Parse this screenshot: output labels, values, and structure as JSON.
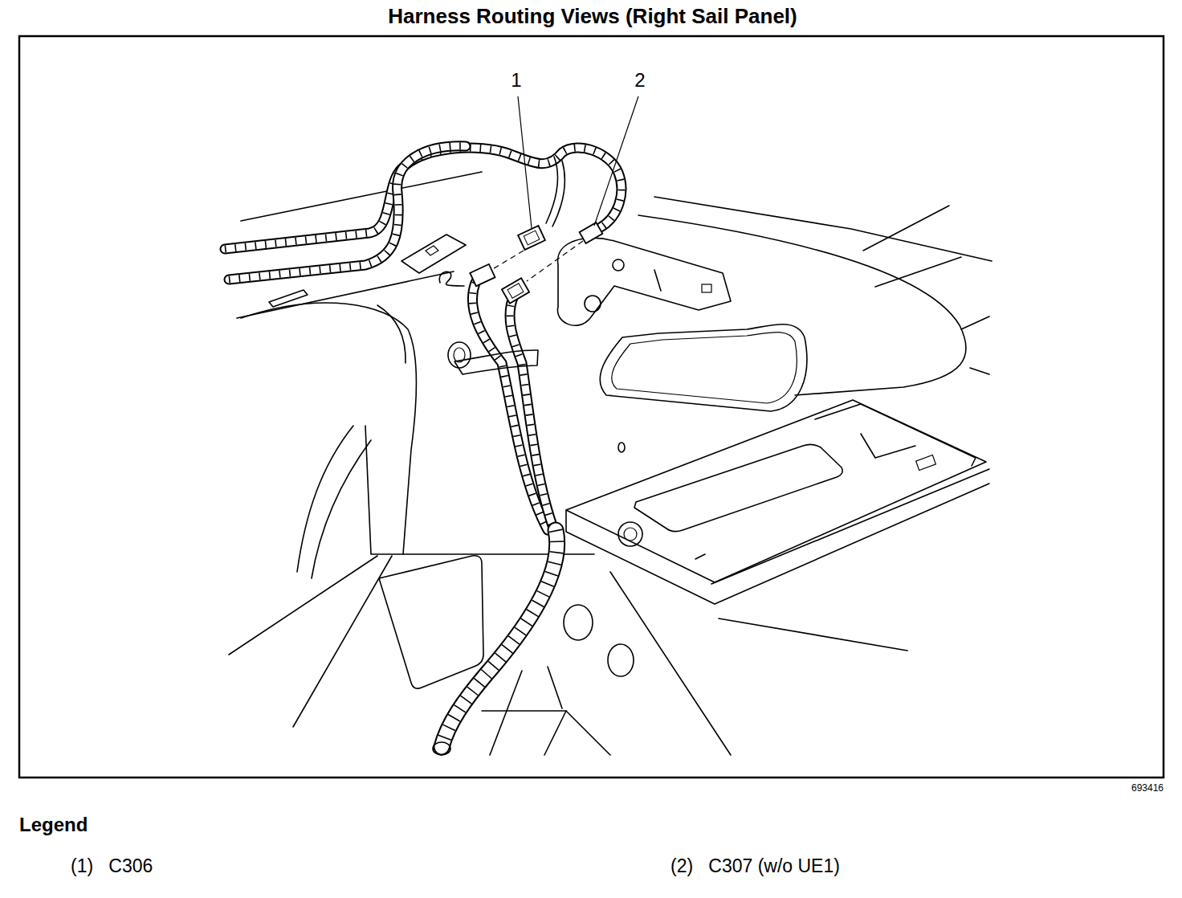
{
  "diagram": {
    "title": "Harness Routing Views (Right Sail Panel)",
    "labels": [
      "1",
      "2",
      "693416",
      "Legend"
    ],
    "legend": [
      {
        "text": "(1)   C306"
      },
      {
        "text": "(2)   C307 (w/o UE1)"
      }
    ]
  }
}
